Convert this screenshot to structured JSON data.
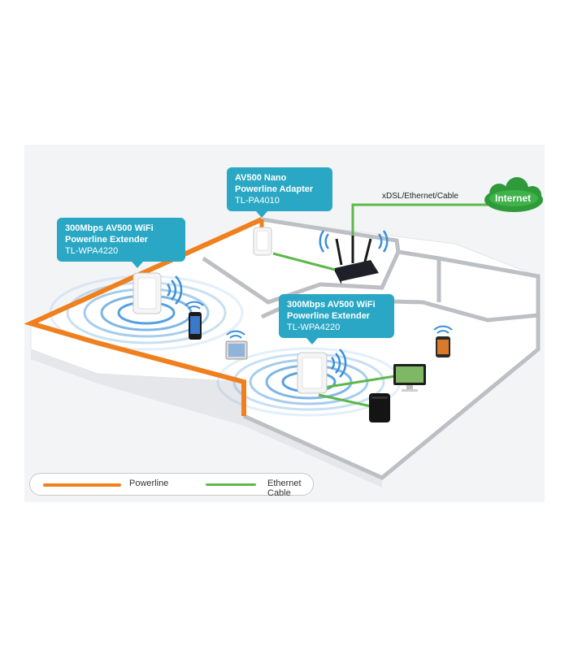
{
  "callouts": {
    "nano": {
      "title": "AV500 Nano",
      "title2": "Powerline Adapter",
      "model": "TL-PA4010"
    },
    "left_extender": {
      "title": "300Mbps AV500 WiFi",
      "title2": "Powerline Extender",
      "model": "TL-WPA4220"
    },
    "mid_extender": {
      "title": "300Mbps AV500 WiFi",
      "title2": "Powerline Extender",
      "model": "TL-WPA4220"
    }
  },
  "network": {
    "connection_label": "xDSL/Ethernet/Cable",
    "internet_label": "Internet"
  },
  "legend": {
    "powerline": "Powerline",
    "ethernet": "Ethernet Cable"
  },
  "colors": {
    "powerline": "#f07f1d",
    "ethernet": "#5db84a",
    "callout": "#2aa7c4",
    "wifi_rings": "#3a8fd9",
    "internet_cloud": "#2e9a3a"
  },
  "icons": [
    "router-icon",
    "powerline-adapter-icon",
    "wifi-extender-icon",
    "smartphone-icon",
    "tablet-icon",
    "monitor-icon",
    "game-console-icon",
    "cloud-icon",
    "wifi-signal-icon"
  ]
}
